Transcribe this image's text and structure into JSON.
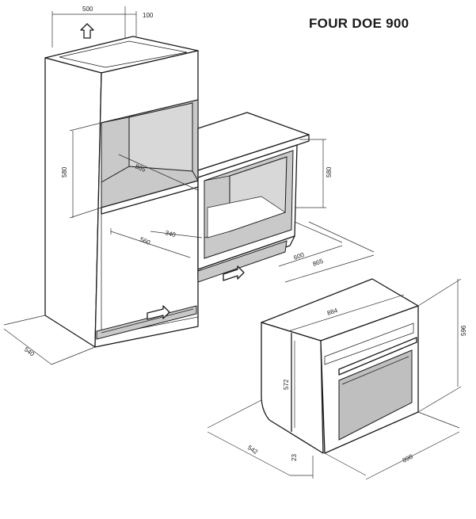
{
  "title": "FOUR DOE 900",
  "dimensions": {
    "column_depth": "500",
    "column_gap": "100",
    "column_cavity_height": "580",
    "column_cavity_width": "865",
    "column_width": "560",
    "column_side_depth": "540",
    "vent_width": "340",
    "cabinet_cavity_height": "580",
    "cabinet_depth": "600",
    "cabinet_width": "865",
    "oven_width": "884",
    "oven_height": "596",
    "oven_body_height": "572",
    "oven_front_width": "898",
    "oven_depth": "542",
    "oven_door": "23"
  },
  "icons": {
    "airflow": "up-arrow-icon"
  }
}
